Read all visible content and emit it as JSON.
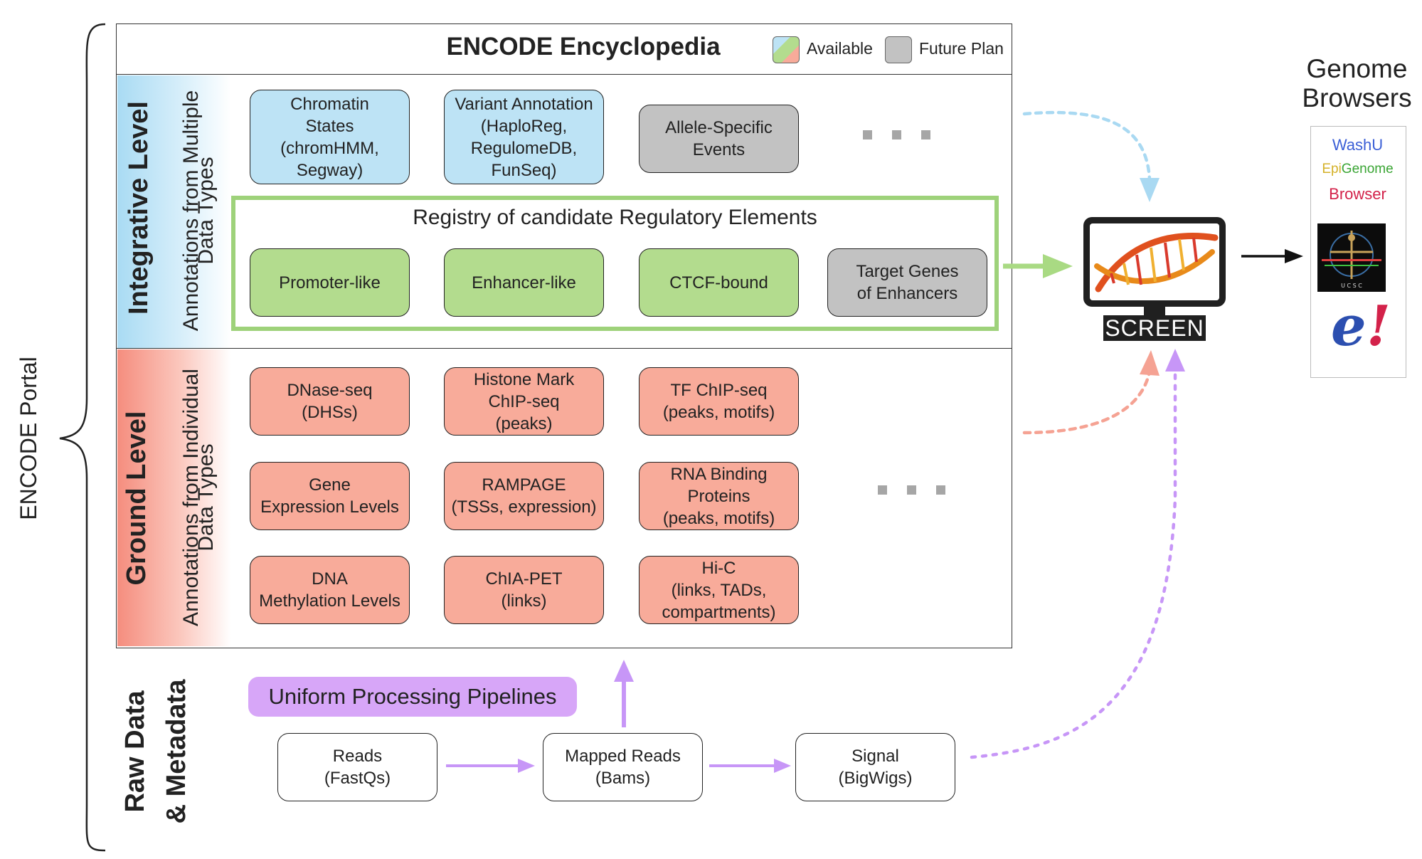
{
  "portal_label": "ENCODE Portal",
  "encyclopedia": {
    "title": "ENCODE Encyclopedia",
    "legend": {
      "available": "Available",
      "future": "Future Plan"
    }
  },
  "integrative": {
    "title": "Integrative Level",
    "subtitle_line1": "Annotations from Multiple",
    "subtitle_line2": "Data Types",
    "boxes": [
      "Chromatin\nStates\n(chromHMM,\nSegway)",
      "Variant Annotation\n(HaploReg,\nRegulomeDB,\nFunSeq)",
      "Allele-Specific\nEvents"
    ],
    "registry": {
      "title": "Registry of candidate Regulatory Elements",
      "boxes": [
        "Promoter-like",
        "Enhancer-like",
        "CTCF-bound",
        "Target Genes\nof Enhancers"
      ]
    }
  },
  "ground": {
    "title": "Ground Level",
    "subtitle_line1": "Annotations from Individual",
    "subtitle_line2": "Data Types",
    "boxes": [
      "DNase-seq\n(DHSs)",
      "Histone Mark\nChIP-seq\n(peaks)",
      "TF ChIP-seq\n(peaks, motifs)",
      "Gene\nExpression Levels",
      "RAMPAGE\n(TSSs, expression)",
      "RNA Binding\nProteins\n(peaks, motifs)",
      "DNA\nMethylation Levels",
      "ChIA-PET\n(links)",
      "Hi-C\n(links, TADs,\ncompartments)"
    ]
  },
  "raw": {
    "title_line1": "Raw Data",
    "title_line2": "& Metadata",
    "pipelines": "Uniform Processing Pipelines",
    "boxes": [
      "Reads\n(FastQs)",
      "Mapped Reads\n(Bams)",
      "Signal\n(BigWigs)"
    ]
  },
  "screen": {
    "label": "SCREEN"
  },
  "genome_browsers": {
    "title_line1": "Genome",
    "title_line2": "Browsers",
    "washu_line1": "WashU",
    "washu_epi": "Epi",
    "washu_genome": "Genome",
    "washu_line3": "Browser",
    "ensembl_logo": "e!",
    "ucsc_logo": "U C S C"
  },
  "colors": {
    "integrative_blue": "#bde3f5",
    "future_gray": "#c2c2c2",
    "registry_green": "#b3dc8e",
    "ground_red": "#f8ab9a",
    "pipeline_purple": "#d7a6f8",
    "arrow_blue": "#a9d9f2",
    "arrow_green": "#a9da83",
    "arrow_red": "#f5a293",
    "arrow_purple": "#c796f7"
  }
}
